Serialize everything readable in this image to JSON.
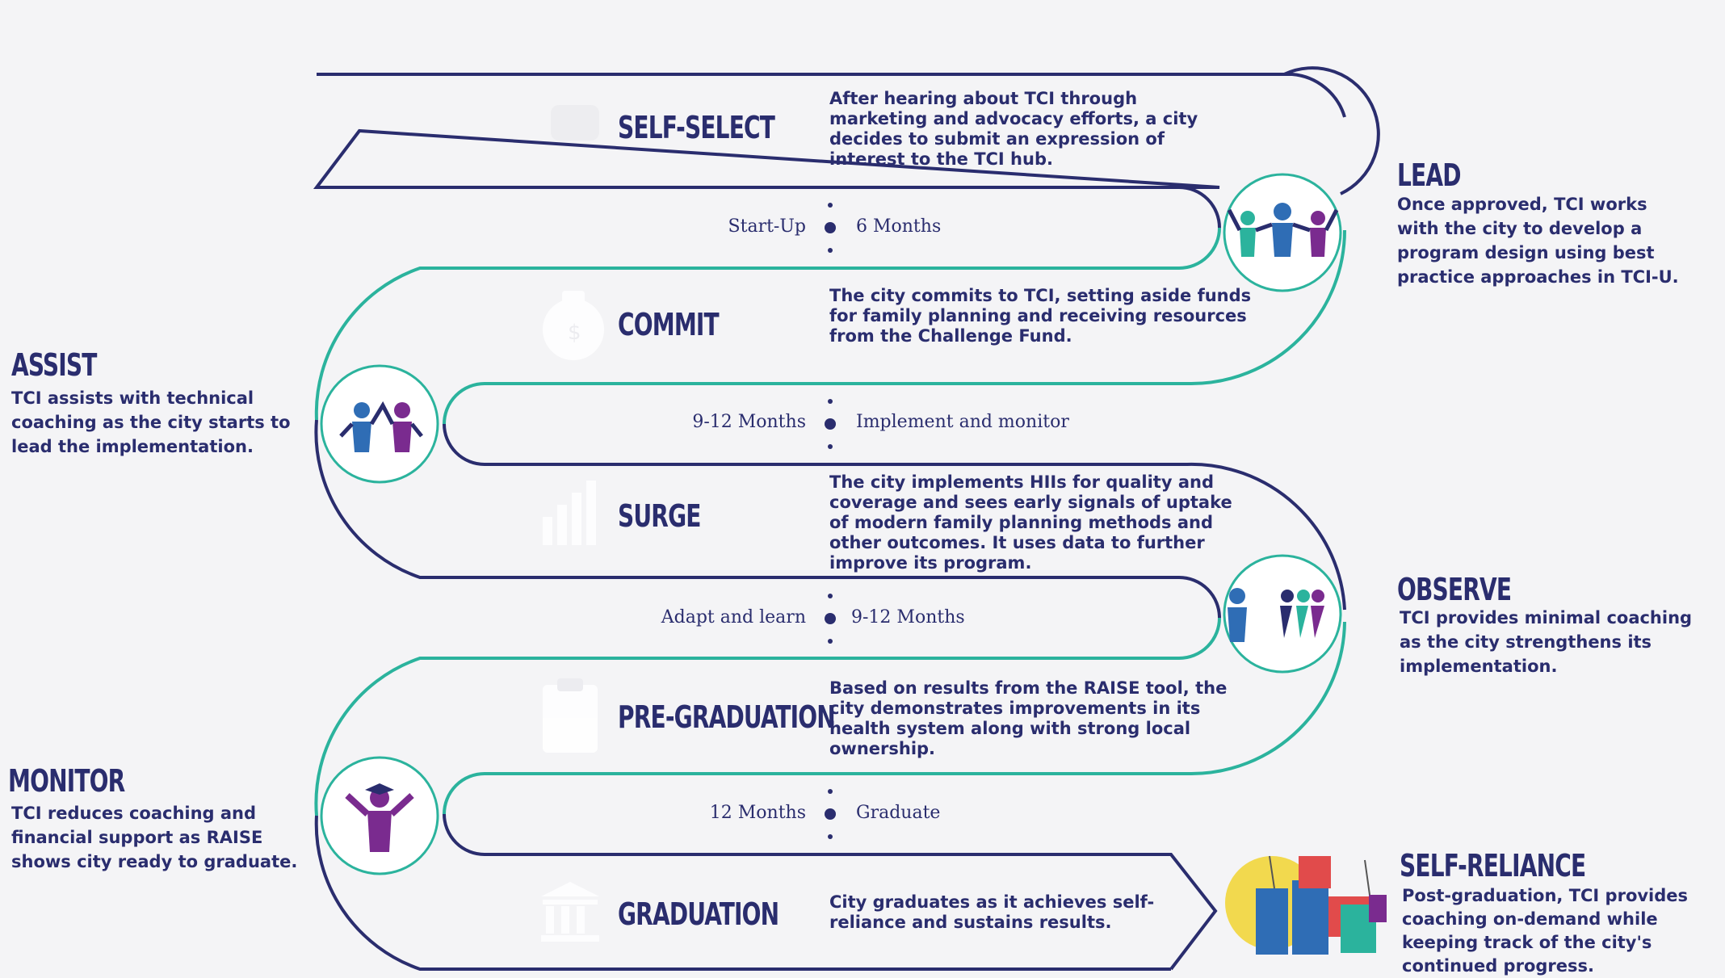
{
  "stages": [
    {
      "title": "SELF-SELECT",
      "icon": "handshake-icon",
      "description": "After hearing about TCI through marketing and advocacy efforts, a city decides to submit an expression of interest to the TCI hub."
    },
    {
      "title": "COMMIT",
      "icon": "money-bag-icon",
      "description": "The city commits to TCI, setting aside funds for family planning and receiving resources from the Challenge Fund."
    },
    {
      "title": "SURGE",
      "icon": "bar-chart-icon",
      "description": "The city implements HIIs for quality and coverage and sees early signals of uptake of modern family planning methods and other outcomes. It uses data to further improve its program."
    },
    {
      "title": "PRE-GRADUATION",
      "icon": "clipboard-icon",
      "description": "Based on results from the RAISE tool, the city demonstrates improvements in its health system along with strong local ownership."
    },
    {
      "title": "GRADUATION",
      "icon": "institution-icon",
      "description": "City graduates as it achieves self-reliance and sustains results."
    }
  ],
  "timeline": [
    {
      "left": "Start-Up",
      "right": "6 Months"
    },
    {
      "left": "9-12 Months",
      "right": "Implement and monitor"
    },
    {
      "left": "Adapt and learn",
      "right": "9-12 Months"
    },
    {
      "left": "12 Months",
      "right": "Graduate"
    }
  ],
  "roles": [
    {
      "title": "LEAD",
      "icon": "three-people-icon",
      "description": "Once approved, TCI works with the city to develop a program design using best practice approaches in TCI-U."
    },
    {
      "title": "ASSIST",
      "icon": "two-people-icon",
      "description": "TCI assists with technical coaching as the city starts to lead the implementation."
    },
    {
      "title": "OBSERVE",
      "icon": "people-walking-icon",
      "description": "TCI provides minimal coaching as the city strengthens its implementation."
    },
    {
      "title": "MONITOR",
      "icon": "graduate-icon",
      "description": "TCI reduces coaching and financial support as RAISE shows city ready to graduate."
    },
    {
      "title": "SELF-RELIANCE",
      "icon": "city-buildings-icon",
      "description": "Post-graduation, TCI provides coaching on-demand while keeping track of the city's continued progress."
    }
  ],
  "colors": {
    "navy": "#2a2d6e",
    "teal": "#2bb39d",
    "purple": "#7a2b8f",
    "blue": "#2f6db5",
    "background": "#f4f4f6"
  }
}
